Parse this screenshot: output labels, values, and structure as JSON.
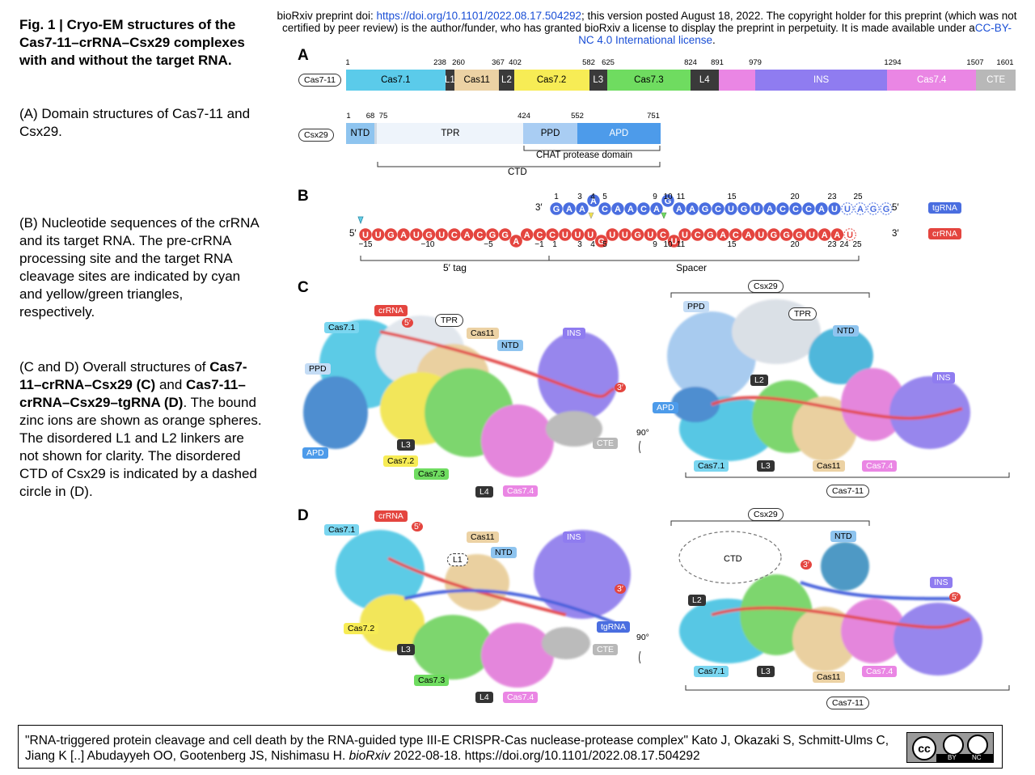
{
  "caption": {
    "title": "Fig. 1 | Cryo-EM structures of the Cas7-11–crRNA–Csx29 complexes with and without the target RNA.",
    "a": "(A) Domain structures of Cas7-11 and Csx29.",
    "b": "(B) Nucleotide sequences of the crRNA and its target RNA. The pre-crRNA processing site and the target RNA cleavage sites are indicated by cyan and yellow/green triangles, respectively.",
    "cd_intro": "(C and D) Overall structures of",
    "cd_c": "Cas7-11–crRNA–Csx29 (C)",
    "cd_and": "and",
    "cd_d": "Cas7-11–crRNA–Csx29–tgRNA (D)",
    "cd_rest": ". The bound zinc ions are shown as orange spheres. The disordered L1 and L2 linkers are not shown for clarity. The disordered CTD of Csx29 is indicated by a dashed circle in (D)."
  },
  "preprint": {
    "line_pre": "bioRxiv preprint doi: ",
    "doi": "https://doi.org/10.1101/2022.08.17.504292",
    "line_post": "; this version posted August 18, 2022. The copyright holder for this preprint (which was not certified by peer review) is the author/funder, who has granted bioRxiv a license to display the preprint in perpetuity. It is made available under a",
    "license": "CC-BY-NC 4.0 International license",
    "end": "."
  },
  "panels": {
    "a": "A",
    "b": "B",
    "c": "C",
    "d": "D"
  },
  "cas7_11": {
    "label": "Cas7-11",
    "numbers": [
      "1",
      "238",
      "260",
      "367",
      "402",
      "582",
      "625",
      "824",
      "891",
      "979",
      "1294",
      "1507",
      "1601"
    ],
    "domains": [
      {
        "label": "Cas7.1",
        "color": "#5bcbea"
      },
      {
        "label": "L1",
        "color": "#3a3a3a"
      },
      {
        "label": "Cas11",
        "color": "#ecd2a4"
      },
      {
        "label": "L2",
        "color": "#3a3a3a"
      },
      {
        "label": "Cas7.2",
        "color": "#f7ec55"
      },
      {
        "label": "L3",
        "color": "#3a3a3a"
      },
      {
        "label": "Cas7.3",
        "color": "#6fdc60"
      },
      {
        "label": "L4",
        "color": "#3a3a3a"
      },
      {
        "label": "",
        "color": "#ea86e4"
      },
      {
        "label": "INS",
        "color": "#8f7cf0"
      },
      {
        "label": "Cas7.4",
        "color": "#ea86e4"
      },
      {
        "label": "CTE",
        "color": "#b8b8b8"
      }
    ]
  },
  "csx29": {
    "label": "Csx29",
    "numbers": [
      "1",
      "68",
      "75",
      "424",
      "552",
      "751"
    ],
    "domains": [
      {
        "label": "NTD",
        "color": "#8ec4ef"
      },
      {
        "label": "",
        "color": "#cfd9e4"
      },
      {
        "label": "TPR",
        "color": "#eef4fb"
      },
      {
        "label": "PPD",
        "color": "#a9cdf3"
      },
      {
        "label": "APD",
        "color": "#4d9bea"
      }
    ],
    "chat": "CHAT protease domain",
    "ctd": "CTD"
  },
  "panel_b": {
    "tg_5": "3′",
    "tg_end": "5′",
    "tgRNA": "tgRNA",
    "cr_5": "5′",
    "cr_end": "3′",
    "crRNA": "crRNA",
    "tg_seq": "GAAACAACAGAAGCUGUACCCAUUAGG",
    "cr_seq": "UUGAUGUCACGGAACCUUUGUUGUCUUCGACAUGGGUAAU",
    "top_nums": [
      "1",
      "3",
      "4",
      "5",
      "9",
      "10",
      "11",
      "15",
      "20",
      "23",
      "25"
    ],
    "bot_nums": [
      "−15",
      "−10",
      "−5",
      "−1",
      "1",
      "3",
      "4",
      "5",
      "9",
      "10",
      "11",
      "15",
      "20",
      "23",
      "24",
      "25"
    ],
    "tag5": "5′ tag",
    "spacer": "Spacer"
  },
  "panel_c": {
    "left": [
      "crRNA",
      "Cas7.1",
      "5′",
      "TPR",
      "Cas11",
      "NTD",
      "INS",
      "PPD",
      "3′",
      "APD",
      "L3",
      "Cas7.2",
      "Cas7.3",
      "L4",
      "Cas7.4",
      "CTE"
    ],
    "rot": "90°",
    "right": [
      "Csx29",
      "PPD",
      "TPR",
      "NTD",
      "L2",
      "INS",
      "APD",
      "Cas7.1",
      "L3",
      "Cas11",
      "Cas7.4",
      "Cas7-11"
    ]
  },
  "panel_d": {
    "left": [
      "crRNA",
      "Cas7.1",
      "5′",
      "Cas11",
      "L1",
      "NTD",
      "INS",
      "3′",
      "Cas7.2",
      "tgRNA",
      "L3",
      "CTE",
      "Cas7.3",
      "L4",
      "Cas7.4"
    ],
    "rot": "90°",
    "right": [
      "Csx29",
      "NTD",
      "CTD",
      "3′",
      "L2",
      "INS",
      "5′",
      "Cas7.1",
      "L3",
      "Cas11",
      "Cas7.4",
      "Cas7-11"
    ]
  },
  "footer": {
    "citation": "\"RNA-triggered protein cleavage and cell death by the RNA-guided type III-E CRISPR-Cas nuclease-protease complex\" Kato J, Okazaki S, Schmitt-Ulms C, Jiang K [..] Abudayyeh OO, Gootenberg JS, Nishimasu H. ",
    "journal": "bioRxiv",
    "rest": " 2022-08-18. https://doi.org/10.1101/2022.08.17.504292",
    "cc_by": "BY",
    "cc_nc": "NC",
    "cc": "cc"
  }
}
